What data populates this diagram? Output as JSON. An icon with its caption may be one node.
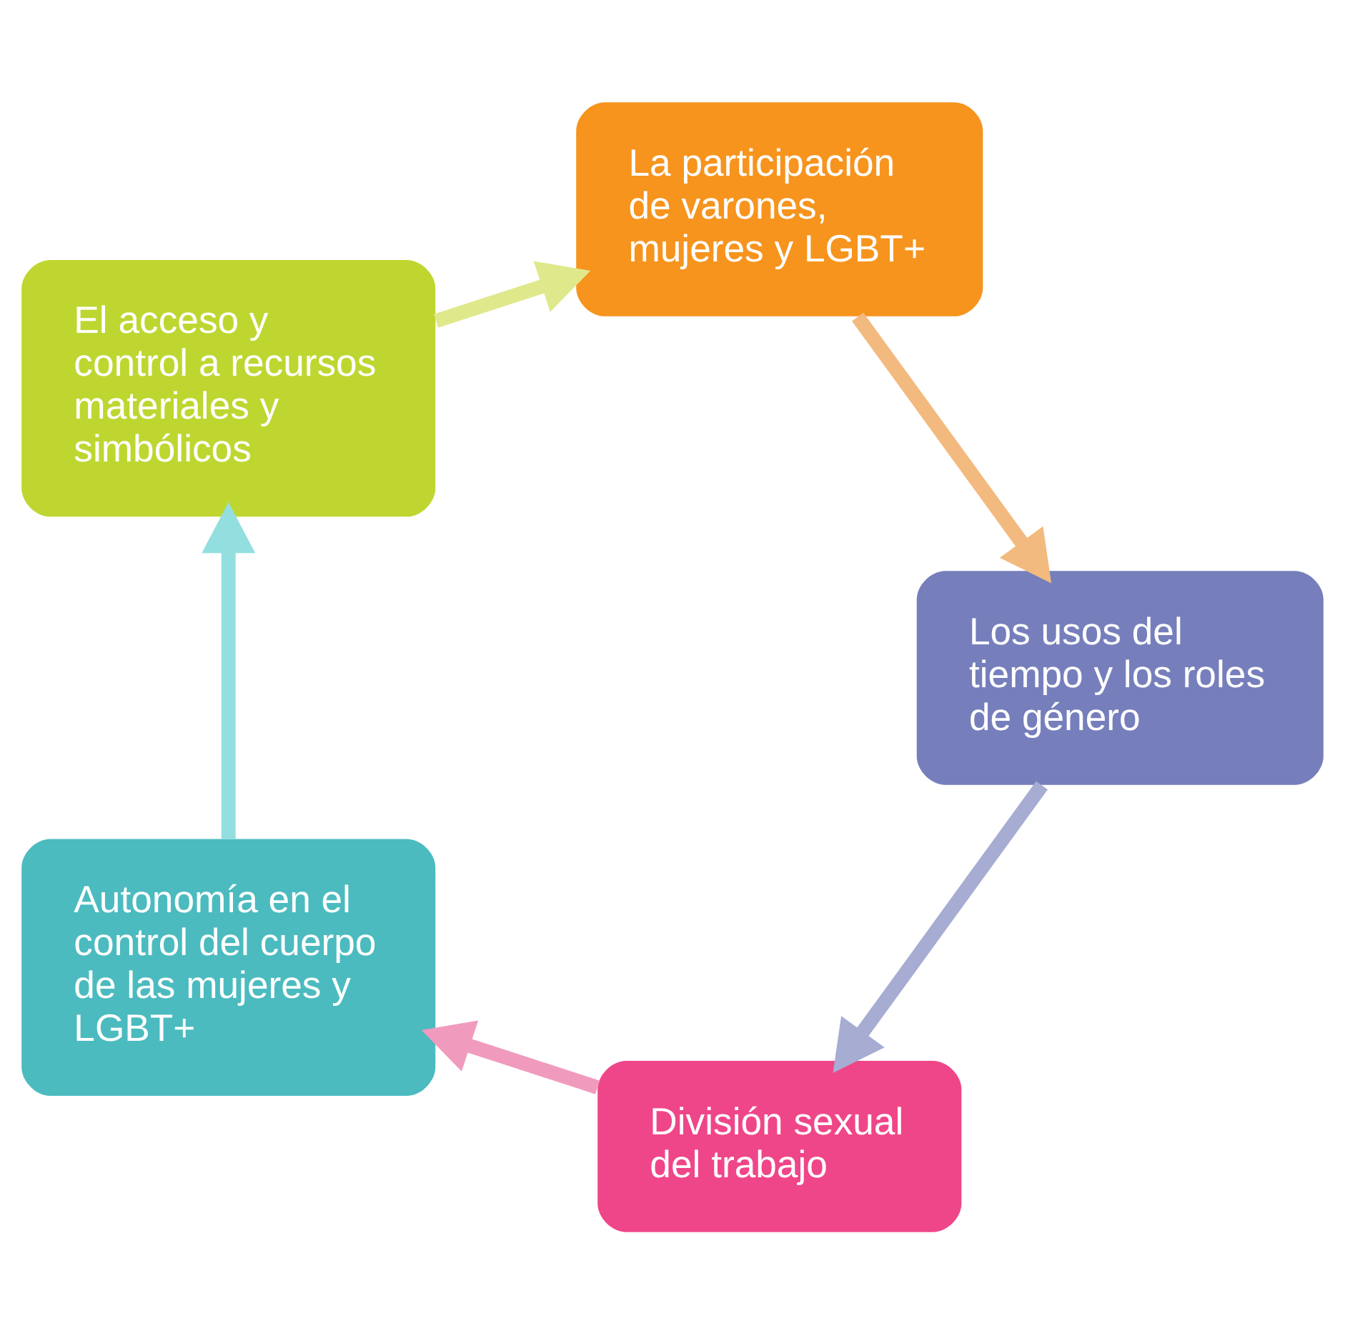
{
  "diagram": {
    "nodes": [
      {
        "text": [
          "División sexual del trabajo"
        ]
      },
      {
        "text": [
          "Autonomía en el control del cuerpo de las mujeres y LGBT+"
        ]
      },
      {
        "text": [
          "El acceso y control a recursos materiales y simbólicos"
        ]
      },
      {
        "text": [
          "La participación de varones, mujeres y LGBT+"
        ]
      },
      {
        "text": [
          "Los usos del tiempo y los roles de género"
        ]
      }
    ],
    "edges": [
      {
        "from": 0,
        "to": 1,
        "arrow": "to",
        "color": "#f09bbd"
      },
      {
        "from": 1,
        "to": 2,
        "arrow": "to",
        "color": "#93dfe0"
      },
      {
        "from": 2,
        "to": 3,
        "arrow": "to",
        "color": "#dfe98c"
      },
      {
        "from": 3,
        "to": 4,
        "arrow": "to",
        "color": "#f2ba7e"
      },
      {
        "from": 4,
        "to": 0,
        "arrow": "to",
        "color": "#a6acd2"
      }
    ]
  }
}
